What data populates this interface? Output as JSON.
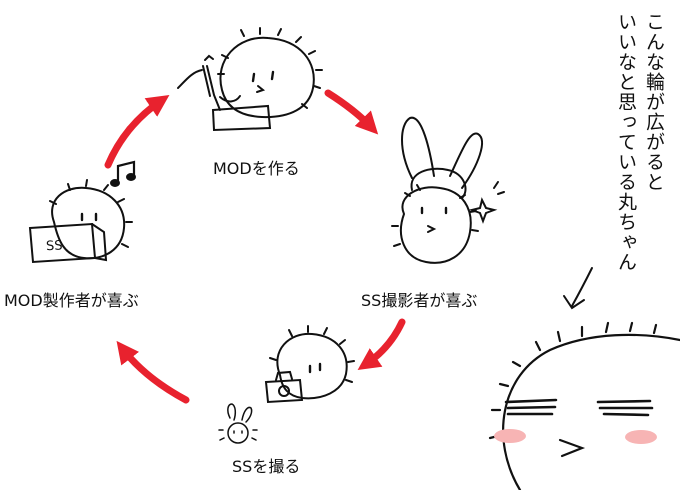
{
  "cycle": {
    "make_mod": "MODを作る",
    "ss_shooter_happy": "SS撮影者が喜ぶ",
    "take_ss": "SSを撮る",
    "mod_creator_happy": "MOD製作者が喜ぶ"
  },
  "vertical_text": {
    "col1": "こんな輪が広がると",
    "col2": "いいなと思っている丸ちゃん"
  },
  "laptop_screen_text": "SS",
  "colors": {
    "arrow": "#e8222e",
    "ink": "#111111",
    "blush": "#f7b4b4"
  }
}
